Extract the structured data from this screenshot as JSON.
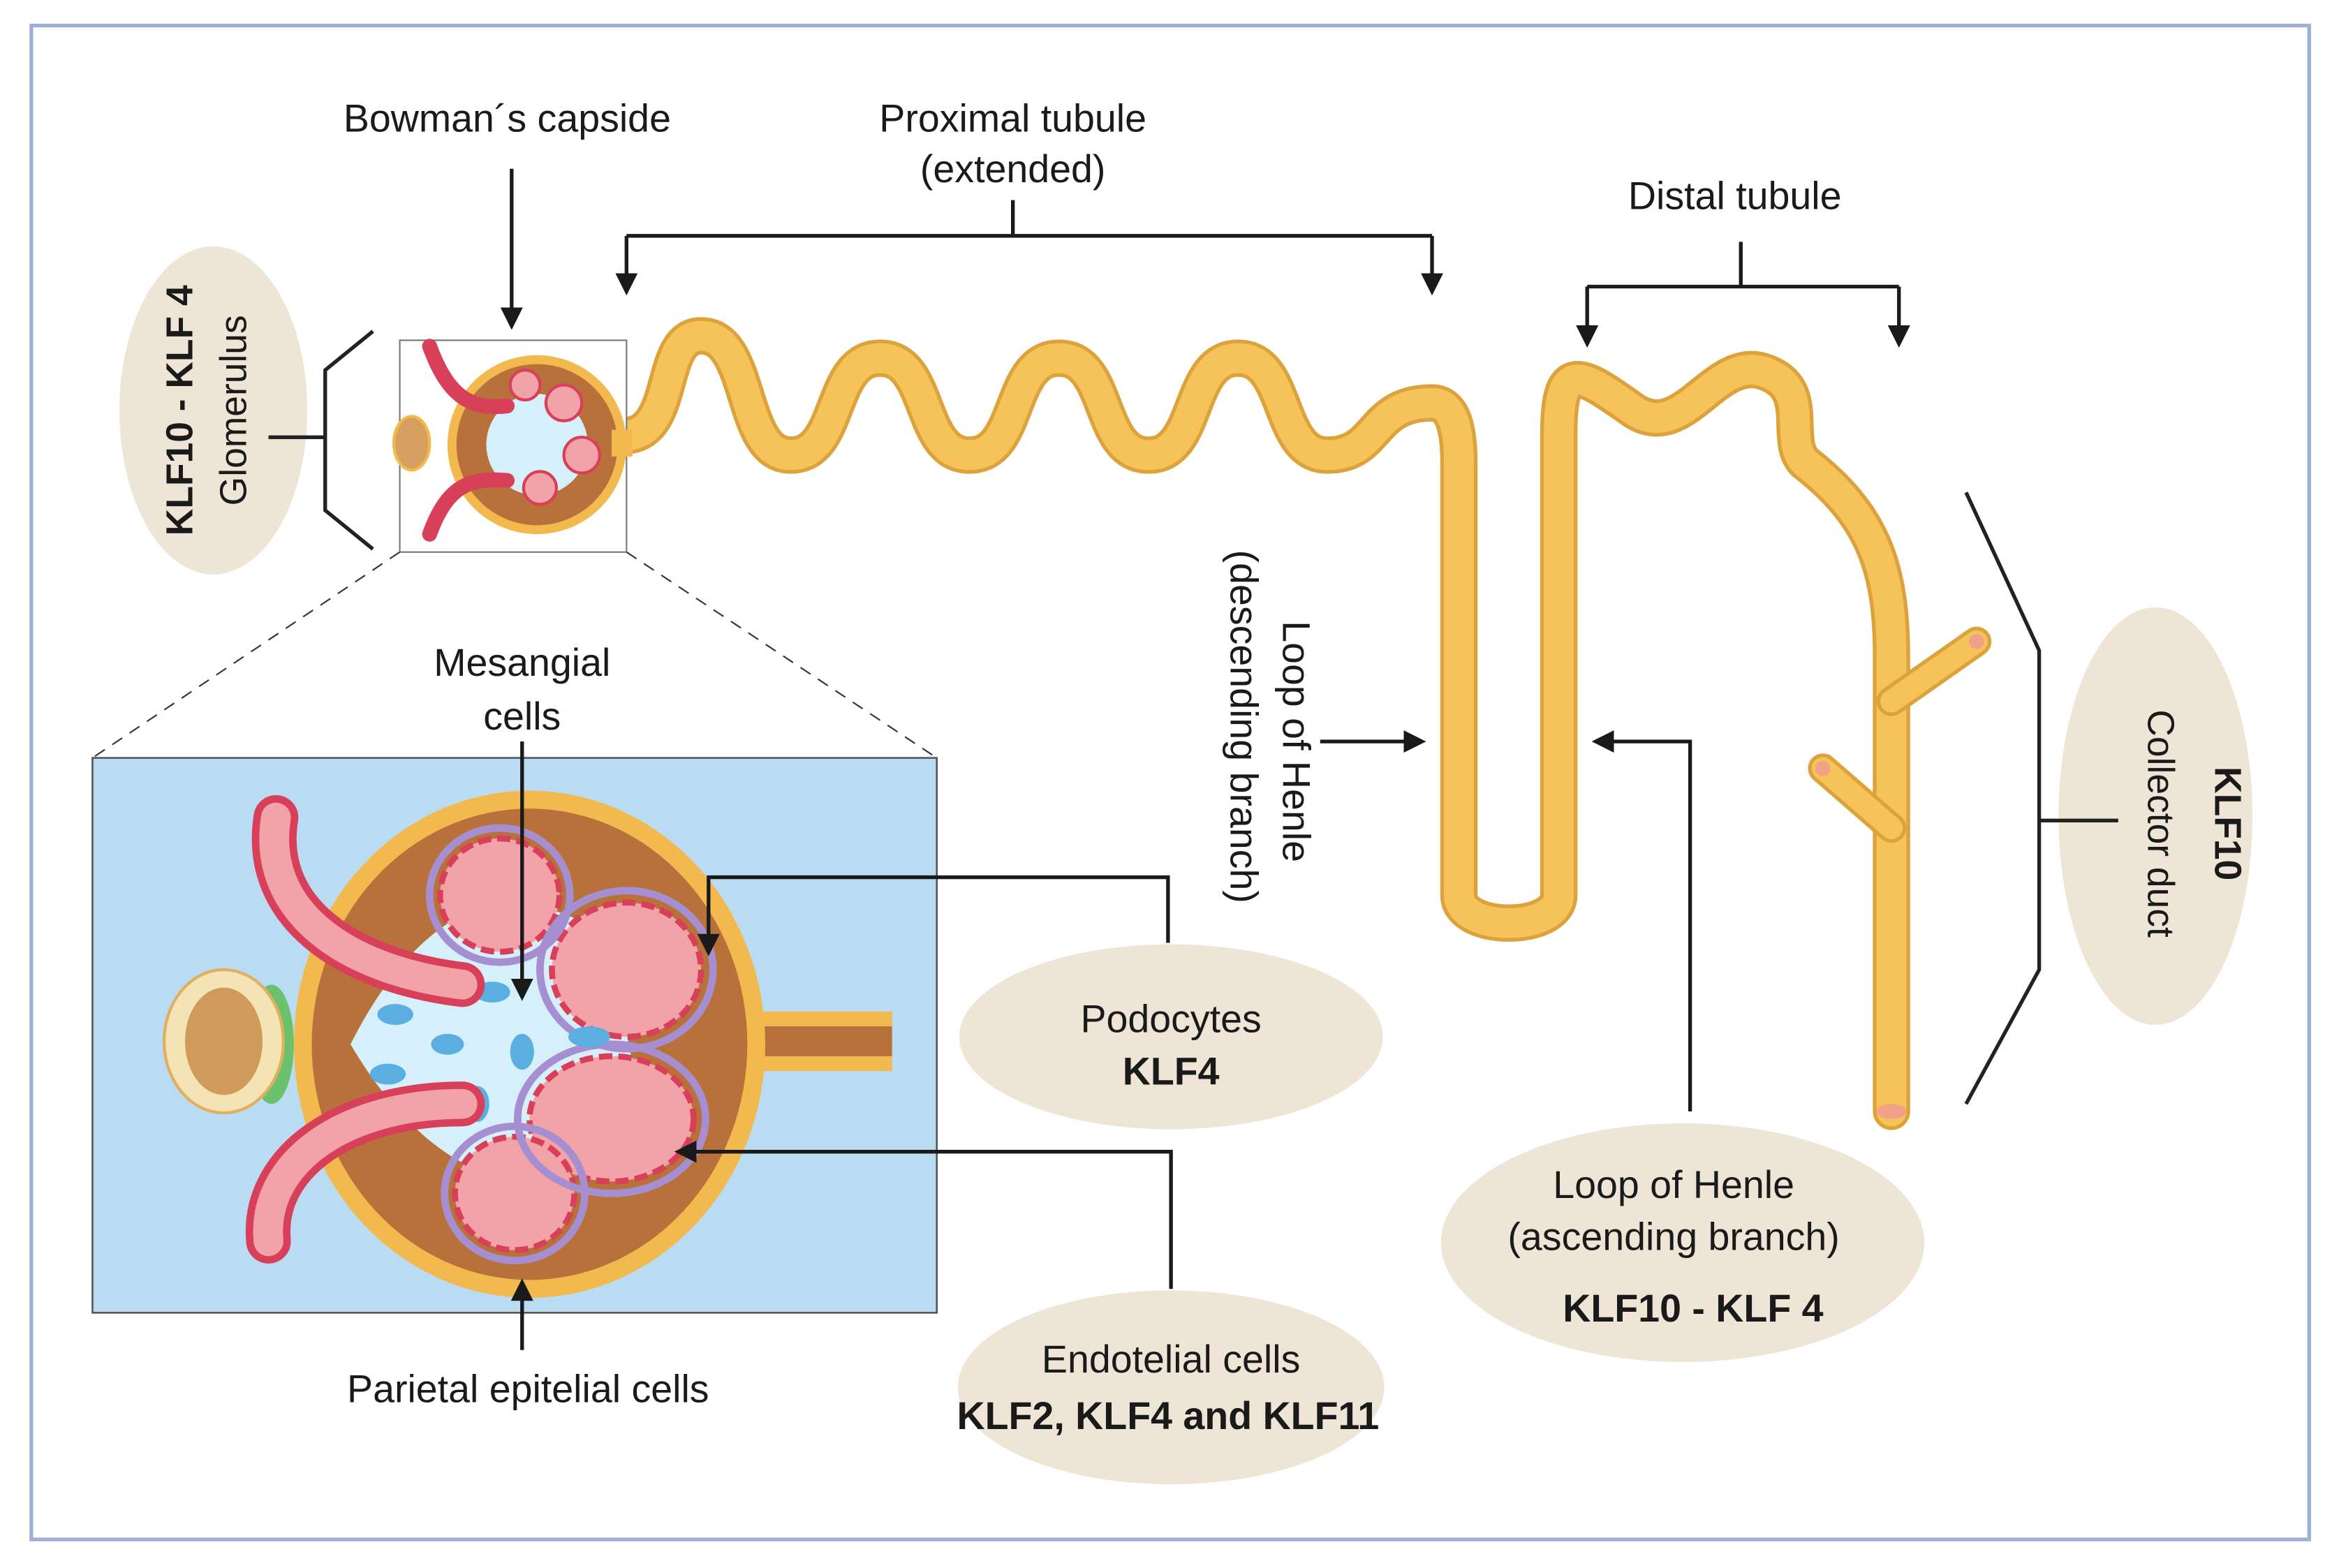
{
  "colors": {
    "frame": "#9fb0d8",
    "tubule": "#f6c25a",
    "tubule_edge": "#dca23c",
    "badge": "#efe5d6",
    "inset_bg": "#b9dcf3",
    "capsule_outer": "#f2b94f",
    "capsule_inner": "#b8713a",
    "capillary": "#f2a3a8",
    "vessel": "#d8405a",
    "mesangial": "#5aaee0",
    "podocyte": "#a58fd0",
    "macula": "#6cc26c"
  },
  "labels": {
    "bowman": "Bowman´s capside",
    "proximal_line1": "Proximal tubule",
    "proximal_line2": "(extended)",
    "distal": "Distal tubule",
    "henle_desc_line1": "Loop of Henle",
    "henle_desc_line2": "(descending branch)",
    "mesangial_line1": "Mesangial",
    "mesangial_line2": "cells",
    "parietal": "Parietal epitelial cells"
  },
  "badges": {
    "glomerulus": {
      "klf": "KLF10 - KLF 4",
      "name": "Glomerulus"
    },
    "collector": {
      "klf": "KLF10",
      "name": "Collector duct"
    },
    "podocytes": {
      "name": "Podocytes",
      "klf": "KLF4"
    },
    "endotelial": {
      "name": "Endotelial cells",
      "klf": "KLF2, KLF4 and KLF11"
    },
    "henle_asc": {
      "line1": "Loop of Henle",
      "line2": "(ascending branch)",
      "klf": "KLF10 - KLF 4"
    }
  }
}
